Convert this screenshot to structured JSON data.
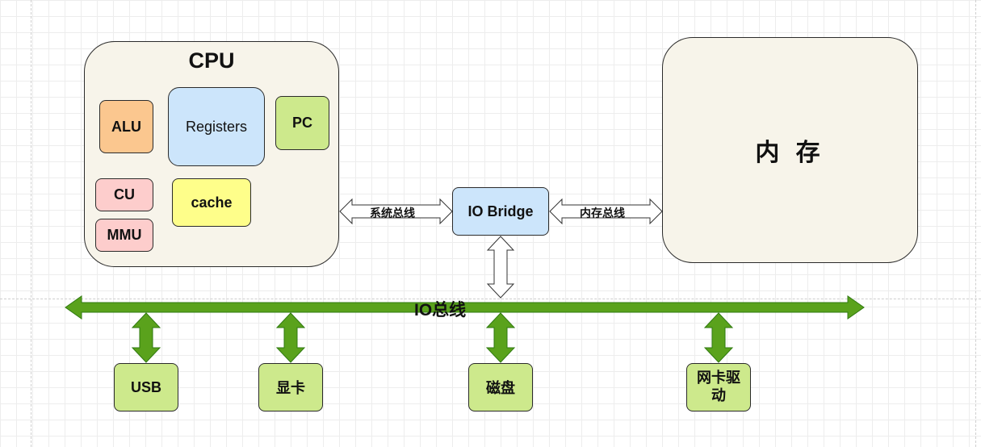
{
  "cpu": {
    "title": "CPU",
    "components": {
      "alu": "ALU",
      "registers": "Registers",
      "pc": "PC",
      "cu": "CU",
      "cache": "cache",
      "mmu": "MMU"
    }
  },
  "memory": {
    "label": "内 存"
  },
  "io_bridge": {
    "label": "IO Bridge"
  },
  "links": {
    "system_bus": "系统总线",
    "memory_bus": "内存总线"
  },
  "io_bus": {
    "label": "IO总线"
  },
  "devices": [
    {
      "label": "USB"
    },
    {
      "label": "显卡"
    },
    {
      "label": "磁盘"
    },
    {
      "label": "网卡驱动"
    }
  ],
  "colors": {
    "cpu_box": "#f7f4ea",
    "alu": "#fbc78f",
    "registers": "#cce5fb",
    "pc": "#cde98c",
    "cu": "#fdcdcc",
    "cache": "#fefe8a",
    "mmu": "#fdcdcc",
    "io_bridge": "#cce5fb",
    "device": "#cde98c",
    "io_bus": "#5aa21c",
    "io_bus_border": "#2f7a0f"
  }
}
